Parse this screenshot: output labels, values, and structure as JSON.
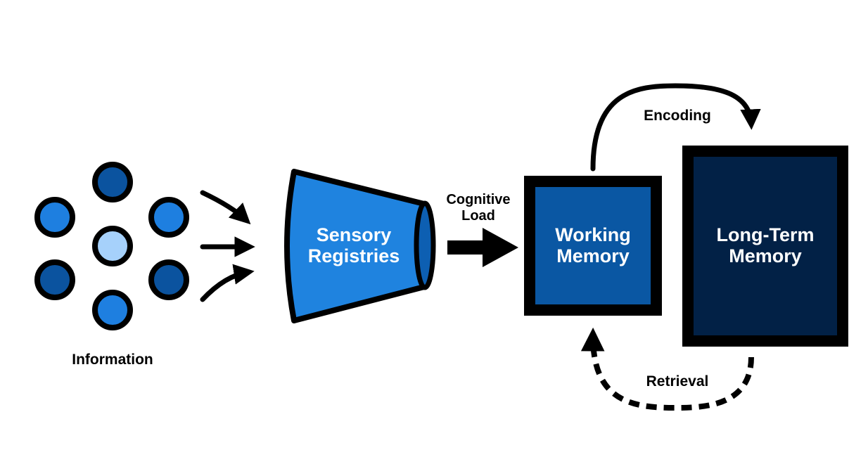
{
  "labels": {
    "information": "Information",
    "sensory_line1": "Sensory",
    "sensory_line2": "Registries",
    "cognitive_line1": "Cognitive",
    "cognitive_line2": "Load",
    "working_line1": "Working",
    "working_line2": "Memory",
    "longterm_line1": "Long-Term",
    "longterm_line2": "Memory",
    "encoding": "Encoding",
    "retrieval": "Retrieval"
  },
  "colors": {
    "outline": "#000000",
    "dot_medium": "#1e7fe0",
    "dot_dark": "#0b539f",
    "dot_light": "#a6d1fb",
    "sensory_fill": "#1f83df",
    "sensory_mouth": "#0d5fb2",
    "working_fill": "#0a57a3",
    "longterm_fill": "#022146"
  },
  "information_dots": [
    {
      "shade": "dark"
    },
    {
      "shade": "medium"
    },
    {
      "shade": "medium"
    },
    {
      "shade": "light"
    },
    {
      "shade": "dark"
    },
    {
      "shade": "dark"
    },
    {
      "shade": "medium"
    }
  ]
}
